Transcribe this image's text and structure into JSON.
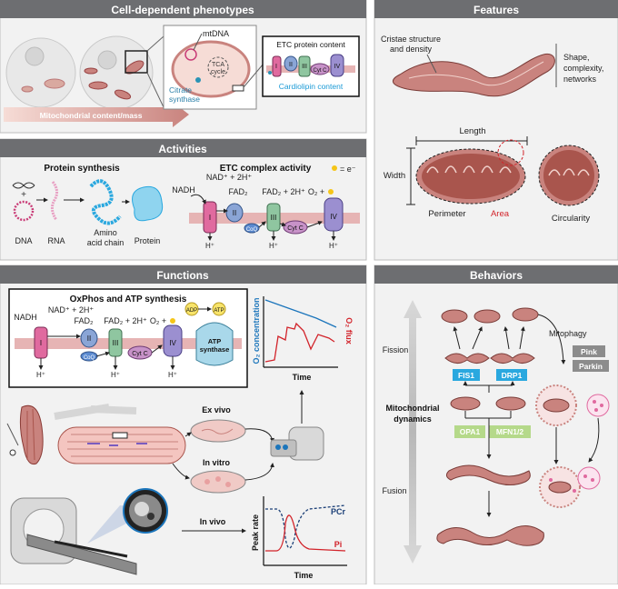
{
  "panels": {
    "phenotypes": {
      "title": "Cell-dependent phenotypes",
      "gradient_label": "Mitochondrial content/mass",
      "mtdna": "mtDNA",
      "tca_1": "TCA",
      "tca_2": "cycle",
      "citrate_1": "Citrate",
      "citrate_2": "synthase",
      "etc_label": "ETC protein content",
      "cardiolipin": "Cardiolipin content",
      "complexes": [
        "I",
        "II",
        "III",
        "Cyt C",
        "IV"
      ]
    },
    "features": {
      "title": "Features",
      "cristae_1": "Cristae structure",
      "cristae_2": "and density",
      "shape_1": "Shape,",
      "shape_2": "complexity,",
      "shape_3": "networks",
      "length": "Length",
      "width": "Width",
      "perimeter": "Perimeter",
      "area": "Area",
      "circularity": "Circularity"
    },
    "activities": {
      "title": "Activities",
      "protein_synthesis": "Protein synthesis",
      "dna": "DNA",
      "rna": "RNA",
      "amino_1": "Amino",
      "amino_2": "acid chain",
      "protein": "Protein",
      "etc_activity": "ETC complex activity",
      "electron_legend": "= e⁻",
      "nadh": "NADH",
      "nad": "NAD⁺ + 2H⁺",
      "fad2": "FAD₂",
      "fadh2": "FAD₂ + 2H⁺",
      "o2": "O₂ +",
      "coq": "CoQ",
      "cytc": "Cyt C",
      "hplus": "H⁺",
      "complexes": [
        "I",
        "II",
        "III",
        "IV"
      ]
    },
    "behaviors": {
      "title": "Behaviors",
      "fission": "Fission",
      "fusion": "Fusion",
      "dynamics_1": "Mitochondrial",
      "dynamics_2": "dynamics",
      "fis1": "FIS1",
      "drp1": "DRP1",
      "opa1": "OPA1",
      "mfn": "MFN1/2",
      "mitophagy": "Mitophagy",
      "pink": "Pink",
      "parkin": "Parkin"
    },
    "functions": {
      "title": "Functions",
      "oxphos": "OxPhos and ATP synthesis",
      "nadh": "NADH",
      "nad": "NAD⁺ + 2H⁺",
      "fad2": "FAD₂",
      "fadh2": "FAD₂ + 2H⁺",
      "o2": "O₂ +",
      "adp": "ADP",
      "atp": "ATP",
      "atp_synthase_1": "ATP",
      "atp_synthase_2": "synthase",
      "coq": "CoQ",
      "cytc": "Cyt C",
      "hplus": "H⁺",
      "complexes": [
        "I",
        "II",
        "III",
        "IV"
      ],
      "o2_conc": "O₂ concentration",
      "o2_flux": "O₂ flux",
      "time": "Time",
      "ex_vivo": "Ex vivo",
      "in_vitro": "In vitro",
      "in_vivo": "In vivo",
      "peak_rate": "Peak rate",
      "pcr": "PCr",
      "pi": "Pi",
      "time2": "Time"
    }
  },
  "colors": {
    "header_bg": "#6d6e71",
    "panel_bg": "#f2f2f2",
    "mito": "#c9837e",
    "complex_i": "#e06a9f",
    "complex_ii": "#8aa5d6",
    "complex_iii": "#8fc6a0",
    "cytc": "#c792c8",
    "complex_iv": "#9b8fd0",
    "atp_synthase": "#a9d8ea",
    "fis_drp": "#2aa8df",
    "opa_mfn": "#b5d98a",
    "accent_red": "#d2232a",
    "accent_blue": "#1b75bb"
  }
}
